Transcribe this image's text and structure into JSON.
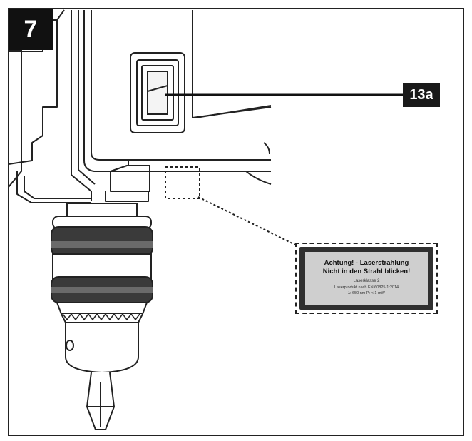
{
  "figure": {
    "number": "7",
    "callout": "13a"
  },
  "warning_label": {
    "line1": "Achtung! - Laserstrahlung",
    "line2": "Nicht in den Strahl blicken!",
    "line3": "Laserklasse 2",
    "line4": "Laserprodukt nach EN 60825-1:2014",
    "line5": "λ: 650 nm    P: < 1 mW"
  },
  "colors": {
    "outline": "#222222",
    "fill_light": "#ffffff",
    "label_plate": "#303030",
    "label_face": "#cfcfcf"
  }
}
